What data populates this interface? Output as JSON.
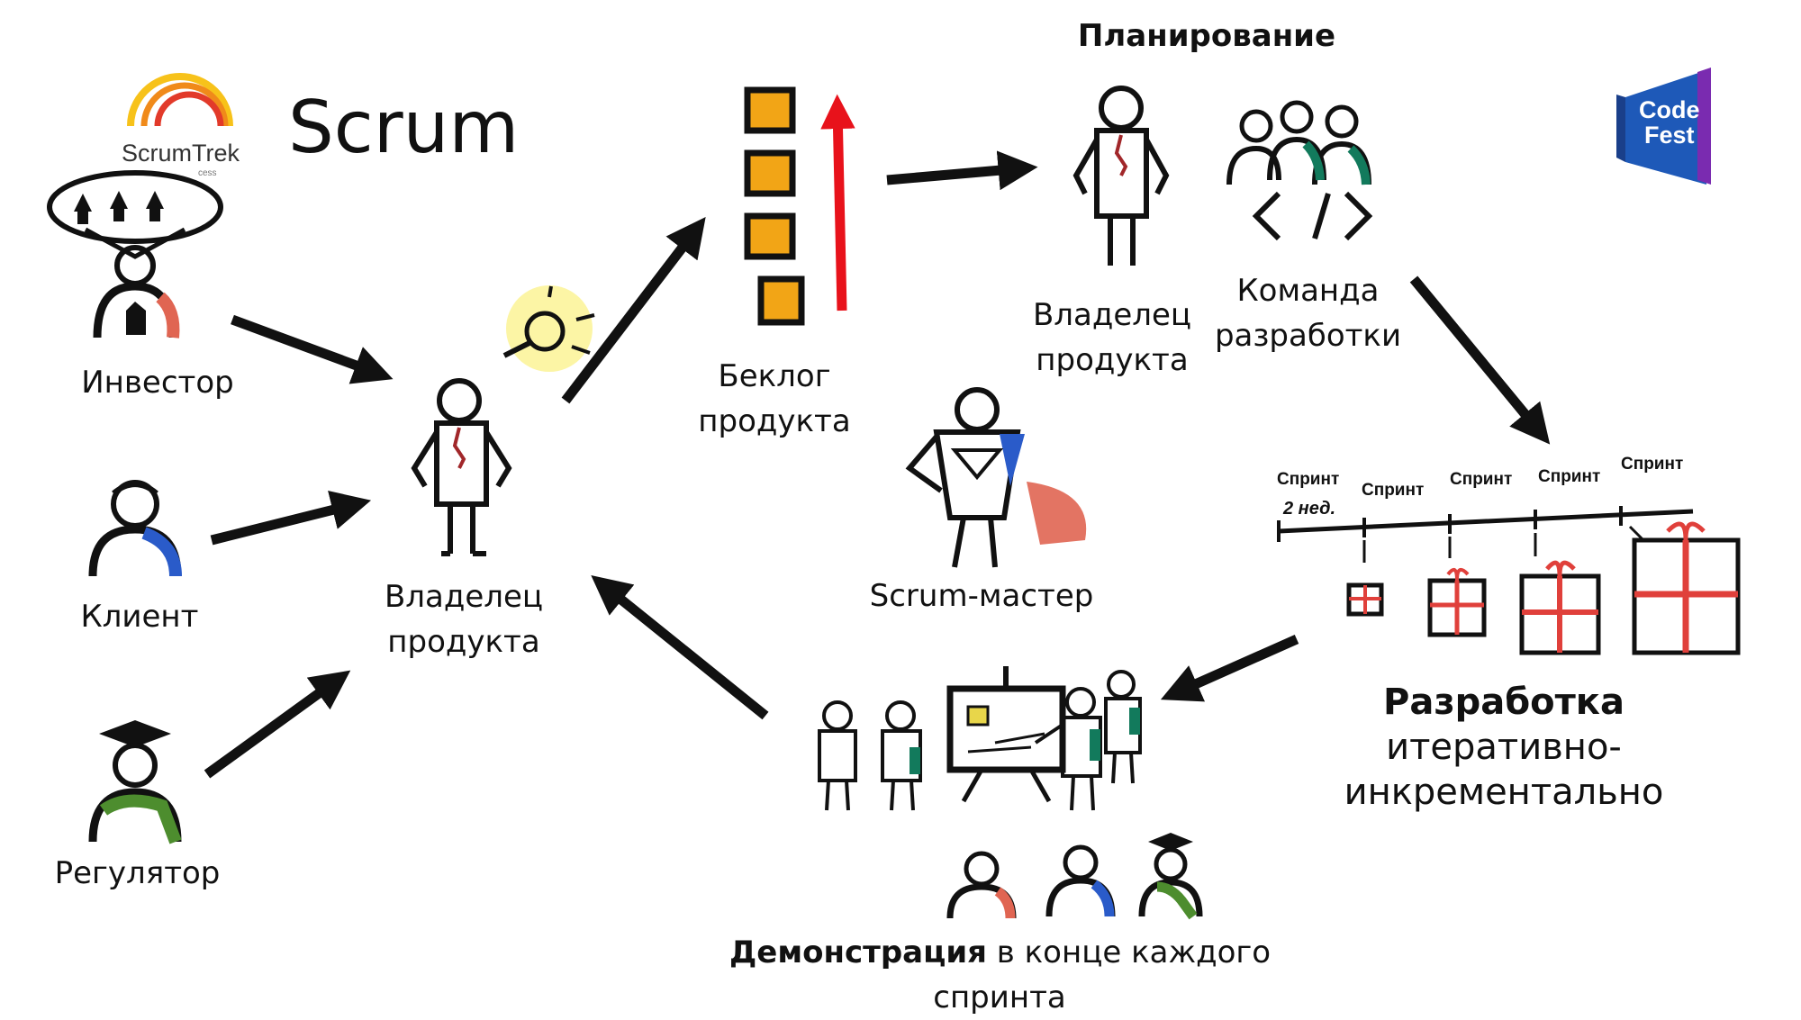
{
  "title": "Scrum",
  "logo": {
    "name": "ScrumTrek",
    "tagline": "cess"
  },
  "codefest": {
    "line1": "Code",
    "line2": "Fest"
  },
  "stakeholders": {
    "investor": "Инвестор",
    "client": "Клиент",
    "regulator": "Регулятор"
  },
  "product_owner": {
    "line1": "Владелец",
    "line2": "продукта"
  },
  "backlog": {
    "line1": "Беклог",
    "line2": "продукта"
  },
  "planning": {
    "heading": "Планирование",
    "owner_line1": "Владелец",
    "owner_line2": "продукта",
    "team_line1": "Команда",
    "team_line2": "разработки"
  },
  "scrum_master": "Scrum-мастер",
  "sprints": {
    "labels": [
      "Спринт",
      "Спринт",
      "Спринт",
      "Спринт",
      "Спринт"
    ],
    "duration": "2 нед."
  },
  "development": {
    "heading": "Разработка",
    "line1": "итеративно-",
    "line2": "инкрементально"
  },
  "demo": {
    "bold": "Демонстрация",
    "rest": " в конце каждого",
    "line2": "спринта"
  },
  "colors": {
    "arrow": "#111111",
    "backlog_card": "#f2a516",
    "priority_arrow": "#e8121b",
    "gift": "#e0403b",
    "investor_accent": "#e06552",
    "client_accent": "#2a5bc9",
    "regulator_accent": "#4d8d2e",
    "team_accent": "#127a5c",
    "codefest_blue": "#1e59b8",
    "codefest_purple": "#7a2bb0"
  }
}
